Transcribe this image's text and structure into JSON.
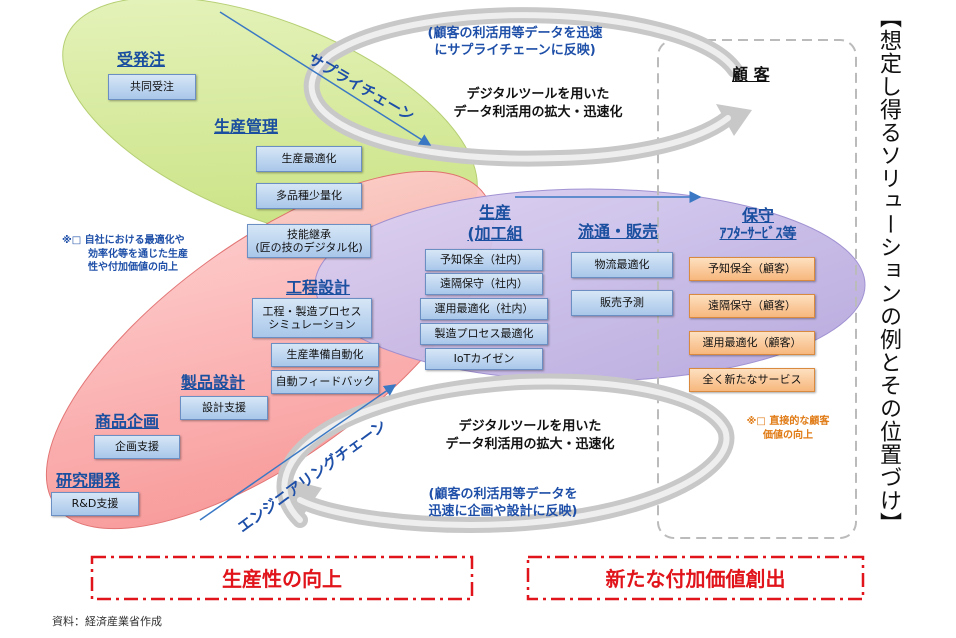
{
  "chains": {
    "supply": "サプライチェーン",
    "engineering": "エンジニアリングチェーン"
  },
  "loops": {
    "top_reflect": [
      "(顧客の利活用等データを迅速",
      "にサプライチェーンに反映)"
    ],
    "top_center": [
      "デジタルツールを用いた",
      "データ利活用の拡大・迅速化"
    ],
    "bottom_center": [
      "デジタルツールを用いた",
      "データ利活用の拡大・迅速化"
    ],
    "bottom_reflect": [
      "(顧客の利活用等データを",
      "迅速に企画や設計に反映)"
    ]
  },
  "customer": {
    "label": "顧 客"
  },
  "categories": {
    "order": "受発注",
    "production_mgmt": "生産管理",
    "process_design": "工程設計",
    "product_design": "製品設計",
    "product_planning": "商品企画",
    "rnd": "研究開発",
    "production": [
      "生産",
      "(加工組"
    ],
    "distribution": "流通・販売",
    "maintenance": [
      "保守",
      "ｱﾌﾀｰｻｰﾋﾞｽ等"
    ]
  },
  "boxes": {
    "order": [
      "共同受注"
    ],
    "production_mgmt": [
      "生産最適化",
      "多品種少量化"
    ],
    "skill": [
      "技能継承",
      "(匠の技のデジタル化)"
    ],
    "process_design": [
      [
        "工程・製造プロセス",
        "シミュレーション"
      ],
      [
        "生産準備自動化"
      ],
      [
        "自動フィードバック"
      ]
    ],
    "product_design": [
      "設計支援"
    ],
    "product_planning": [
      "企画支援"
    ],
    "rnd": [
      "R&D支援"
    ],
    "production": [
      "予知保全（社内）",
      "遠隔保守（社内）",
      "運用最適化（社内）",
      "製造プロセス最適化",
      "IoTカイゼン"
    ],
    "distribution": [
      "物流最適化",
      "販売予測"
    ],
    "maintenance": [
      "予知保全（顧客）",
      "遠隔保守（顧客）",
      "運用最適化（顧客）",
      "全く新たなサービス"
    ]
  },
  "notes": {
    "left": [
      "※□ 自社における最適化や",
      "効率化等を通じた生産",
      "性や付加価値の向上"
    ],
    "right": [
      "※□ 直接的な顧客",
      "価値の向上"
    ]
  },
  "bottom": {
    "productivity": "生産性の向上",
    "new_value": "新たな付加価値創出"
  },
  "side_title": "【想定し得るソリューションの例とその位置づけ】",
  "source": "資料：経済産業省作成",
  "colors": {
    "green": "#d6ec9a",
    "red": "#f48080",
    "purple": "#c2b5e5",
    "blue_text": "#1e4fa8",
    "red_accent": "#e0141a"
  }
}
